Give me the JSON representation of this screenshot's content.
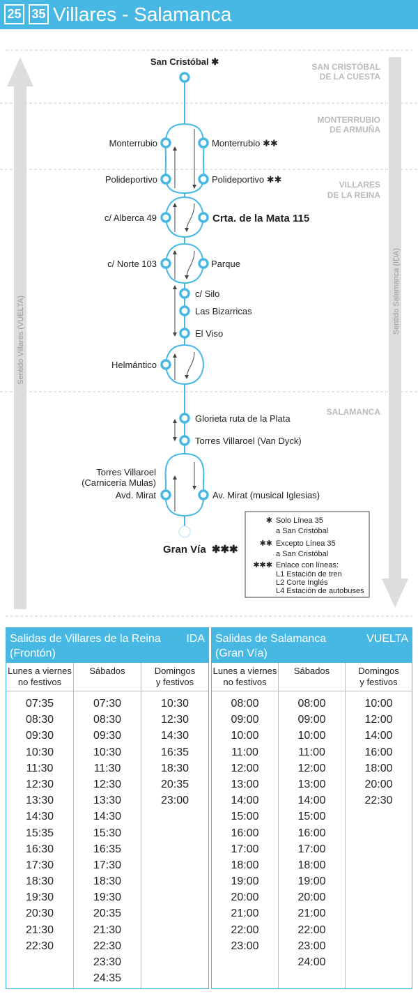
{
  "header": {
    "badges": [
      "25",
      "35"
    ],
    "title": "Villares - Salamanca",
    "color": "#47b8e4"
  },
  "diagram": {
    "zones": [
      "SAN CRISTÓBAL DE LA CUESTA",
      "MONTERRUBIO DE ARMUÑA",
      "VILLARES DE LA REINA",
      "SALAMANCA"
    ],
    "zone_lines": [
      [
        "SAN CRISTÓBAL",
        "DE LA CUESTA"
      ],
      [
        "MONTERRUBIO",
        "DE ARMUÑA"
      ],
      [
        "VILLARES",
        "DE LA REINA"
      ],
      [
        "SALAMANCA"
      ]
    ],
    "left_arrow_label": "Sentido Villares (VUELTA)",
    "right_arrow_label": "Sentido Salamanca (IDA)",
    "stops": [
      {
        "name": "San Cristóbal",
        "mark": "✱"
      },
      {
        "name": "Monterrubio",
        "side": "left"
      },
      {
        "name": "Monterrubio",
        "side": "right",
        "mark": "✱✱"
      },
      {
        "name": "Polideportivo",
        "side": "left"
      },
      {
        "name": "Polideportivo",
        "side": "right",
        "mark": "✱✱"
      },
      {
        "name": "c/ Alberca 49",
        "side": "left"
      },
      {
        "name": "Crta. de la Mata 115",
        "side": "right"
      },
      {
        "name": "c/ Norte 103",
        "side": "left"
      },
      {
        "name": "Parque",
        "side": "right"
      },
      {
        "name": "c/ Silo"
      },
      {
        "name": "Las Bizarricas"
      },
      {
        "name": "El Viso"
      },
      {
        "name": "Helmántico",
        "side": "left"
      },
      {
        "name": "Glorieta ruta de la Plata"
      },
      {
        "name": "Torres Villaroel (Van Dyck)"
      },
      {
        "name": "Torres Villaroel",
        "side": "left"
      },
      {
        "name": "(Carnicería Mulas)",
        "side": "left"
      },
      {
        "name": "Avd. Mirat",
        "side": "left"
      },
      {
        "name": "Av. Mirat (musical Iglesias)",
        "side": "right"
      },
      {
        "name": "Gran Vía",
        "mark": "✱✱✱"
      }
    ],
    "legend": [
      {
        "mark": "✱",
        "lines": [
          "Solo Línea 35",
          "a San Cristóbal"
        ]
      },
      {
        "mark": "✱✱",
        "lines": [
          "Excepto Línea 35",
          "a San Cristóbal"
        ]
      },
      {
        "mark": "✱✱✱",
        "lines": [
          "Enlace con líneas:",
          "L1 Estación de tren",
          "L2 Corte Inglés",
          "L4 Estación de autobuses"
        ]
      }
    ]
  },
  "timetables": [
    {
      "title": "Salidas de Villares de la Reina",
      "subtitle": "(Frontón)",
      "direction": "IDA",
      "columns": [
        {
          "header": [
            "Lunes a viernes",
            "no festivos"
          ],
          "times": [
            "07:35",
            "08:30",
            "09:30",
            "10:30",
            "11:30",
            "12:30",
            "13:30",
            "14:30",
            "15:35",
            "16:30",
            "17:30",
            "18:30",
            "19:30",
            "20:30",
            "21:30",
            "22:30"
          ]
        },
        {
          "header": [
            "Sábados"
          ],
          "times": [
            "07:30",
            "08:30",
            "09:30",
            "10:30",
            "11:30",
            "12:30",
            "13:30",
            "14:30",
            "15:30",
            "16:35",
            "17:30",
            "18:30",
            "19:30",
            "20:35",
            "21:30",
            "22:30",
            "23:30",
            "24:35"
          ]
        },
        {
          "header": [
            "Domingos",
            "y festivos"
          ],
          "times": [
            "10:30",
            "12:30",
            "14:30",
            "16:35",
            "18:30",
            "20:35",
            "23:00"
          ]
        }
      ]
    },
    {
      "title": "Salidas de Salamanca",
      "subtitle": "(Gran Vía)",
      "direction": "VUELTA",
      "columns": [
        {
          "header": [
            "Lunes a viernes",
            "no festivos"
          ],
          "times": [
            "08:00",
            "09:00",
            "10:00",
            "11:00",
            "12:00",
            "13:00",
            "14:00",
            "15:00",
            "16:00",
            "17:00",
            "18:00",
            "19:00",
            "20:00",
            "21:00",
            "22:00",
            "23:00"
          ]
        },
        {
          "header": [
            "Sábados"
          ],
          "times": [
            "08:00",
            "09:00",
            "10:00",
            "11:00",
            "12:00",
            "13:00",
            "14:00",
            "15:00",
            "16:00",
            "17:00",
            "18:00",
            "19:00",
            "20:00",
            "21:00",
            "22:00",
            "23:00",
            "24:00"
          ]
        },
        {
          "header": [
            "Domingos",
            "y festivos"
          ],
          "times": [
            "10:00",
            "12:00",
            "14:00",
            "16:00",
            "18:00",
            "20:00",
            "22:30"
          ]
        }
      ]
    }
  ]
}
